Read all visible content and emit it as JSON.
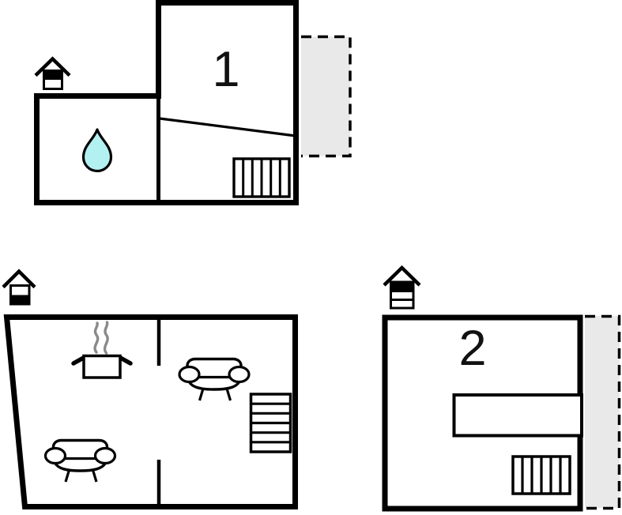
{
  "diagram_type": "floor-plan",
  "colors": {
    "wall": "#000000",
    "terrace_fill": "#e9e9e9",
    "water_drop": "#b3f0f2",
    "steam": "#8a8a8a",
    "background": "#ffffff"
  },
  "floors": [
    {
      "id": "unit-1",
      "label": "1",
      "features": [
        "floor-level-house-icon",
        "water-drop-icon",
        "sloped-ceiling-line",
        "stairs-icon",
        "terrace-dashed-area"
      ]
    },
    {
      "id": "ground-floor",
      "label": "",
      "features": [
        "floor-level-house-icon",
        "cooking-pot-icon",
        "steam-icon",
        "sofa-icon",
        "sofa-icon",
        "stairs-icon",
        "door-opening"
      ]
    },
    {
      "id": "unit-2",
      "label": "2",
      "features": [
        "floor-level-house-icon",
        "interior-partition",
        "stairs-icon",
        "terrace-dashed-area"
      ]
    }
  ]
}
